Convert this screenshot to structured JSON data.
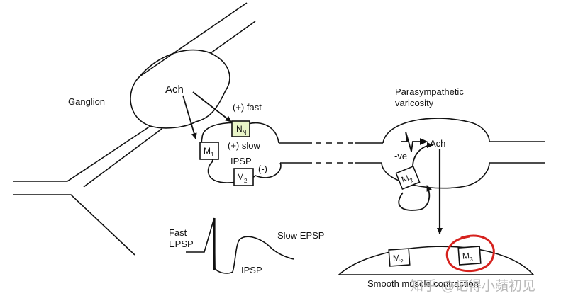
{
  "labels": {
    "ganglion": "Ganglion",
    "ach_ganglion": "Ach",
    "fast": "(+) fast",
    "slow": "(+) slow",
    "ipsp": "IPSP",
    "minus": "(-)",
    "varicosity_line1": "Parasympathetic",
    "varicosity_line2": "varicosity",
    "ach_varicosity": "Ach",
    "neg": "-ve",
    "fast_epsp_line1": "Fast",
    "fast_epsp_line2": "EPSP",
    "slow_epsp": "Slow EPSP",
    "ipsp_trace": "IPSP",
    "smooth_muscle": "Smooth muscle contraction"
  },
  "receptors": {
    "nn": {
      "main": "N",
      "sub": "N"
    },
    "m1_gang": {
      "main": "M",
      "sub": "1"
    },
    "m2_gang": {
      "main": "M",
      "sub": "2"
    },
    "m2_var": {
      "main": "M",
      "sub": "2"
    },
    "m2_muscle": {
      "main": "M",
      "sub": "2"
    },
    "m3_muscle": {
      "main": "M",
      "sub": "3"
    }
  },
  "watermark": "知乎 @记得小蘋初见",
  "colors": {
    "ink": "#111111",
    "highlight_circle": "#d6221e",
    "nn_fill": "#e9f5c8",
    "watermark": "#b8b8b8"
  }
}
